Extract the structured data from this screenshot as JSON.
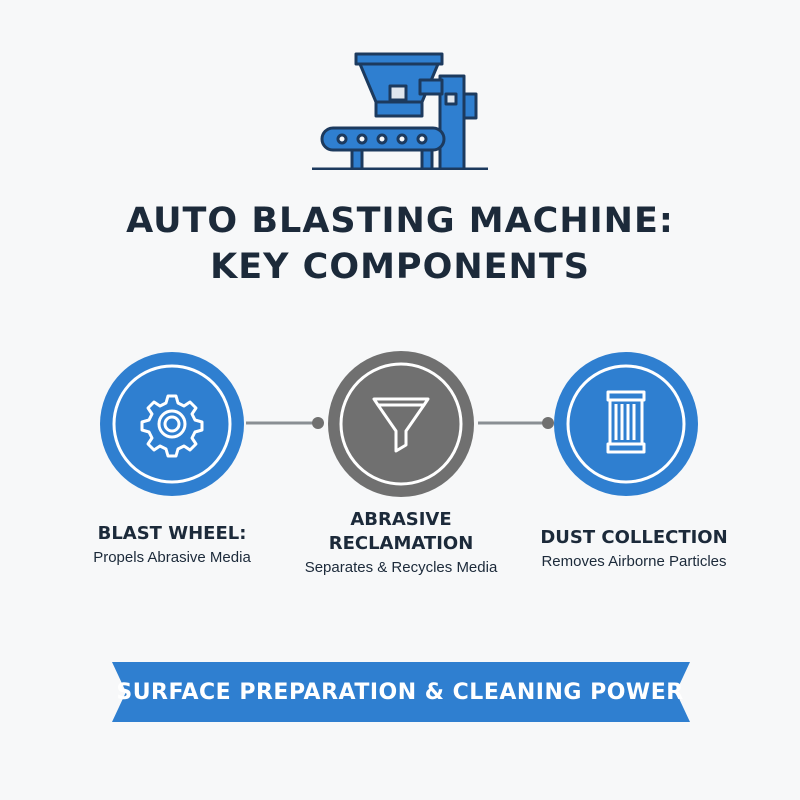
{
  "title": {
    "line1": "AUTO BLASTING MACHINE:",
    "line2": "KEY COMPONENTS"
  },
  "colors": {
    "blue": "#2f7fd0",
    "gray": "#707070",
    "dark": "#1c2a3a",
    "navy": "#1c3a5e"
  },
  "components": [
    {
      "name": "BLAST WHEEL:",
      "desc": "Propels Abrasive Media",
      "icon": "gear-icon"
    },
    {
      "name": "ABRASIVE\nRECLAMATION",
      "desc": "Separates & Recycles Media",
      "icon": "funnel-icon"
    },
    {
      "name": "DUST COLLECTION",
      "desc": "Removes Airborne Particles",
      "icon": "filter-cartridge-icon"
    }
  ],
  "banner": {
    "text": "SURFACE PREPARATION & CLEANING POWER"
  },
  "header_icon": "blasting-machine-icon"
}
